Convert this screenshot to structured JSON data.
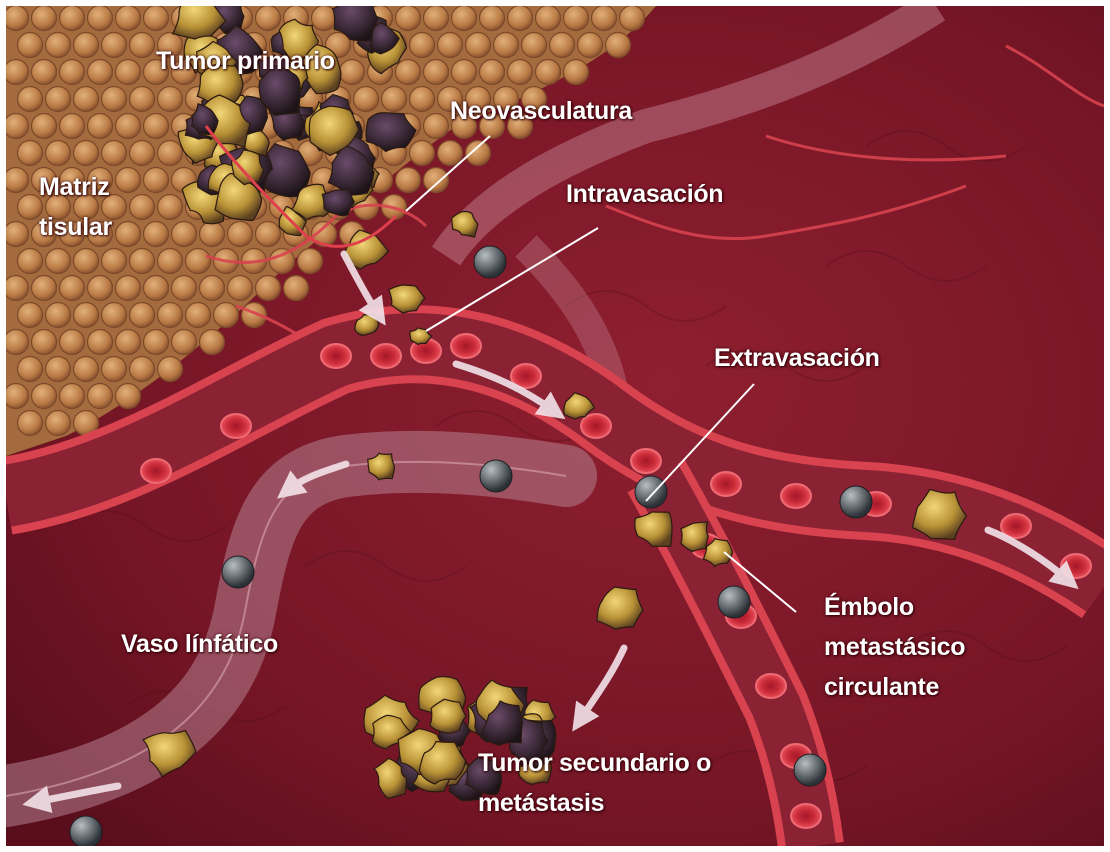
{
  "labels": {
    "tumor_primario": "Tumor primario",
    "neovasculatura": "Neovasculatura",
    "matriz_line1": "Matriz",
    "matriz_line2": "tisular",
    "intravasacion": "Intravasación",
    "extravasacion": "Extravasación",
    "vaso_linfatico": "Vaso línfático",
    "embolo_line1": "Émbolo",
    "embolo_line2": "metastásico",
    "embolo_line3": "circulante",
    "tumor_sec_line1": "Tumor secundario o",
    "tumor_sec_line2": "metástasis"
  },
  "colors": {
    "tissue": "#7a1626",
    "tissue_dark": "#5a0e1c",
    "matrix": "#b07a4a",
    "matrix_cell": "#c98f56",
    "vessel_wall": "#d8434f",
    "vessel_inner": "#8a2233",
    "lymph": "#9a6a78",
    "tumor_cell": "#c9a843",
    "tumor_dark": "#3b2a1e",
    "arrow": "#f1dfe6",
    "leader": "#ffffff"
  }
}
